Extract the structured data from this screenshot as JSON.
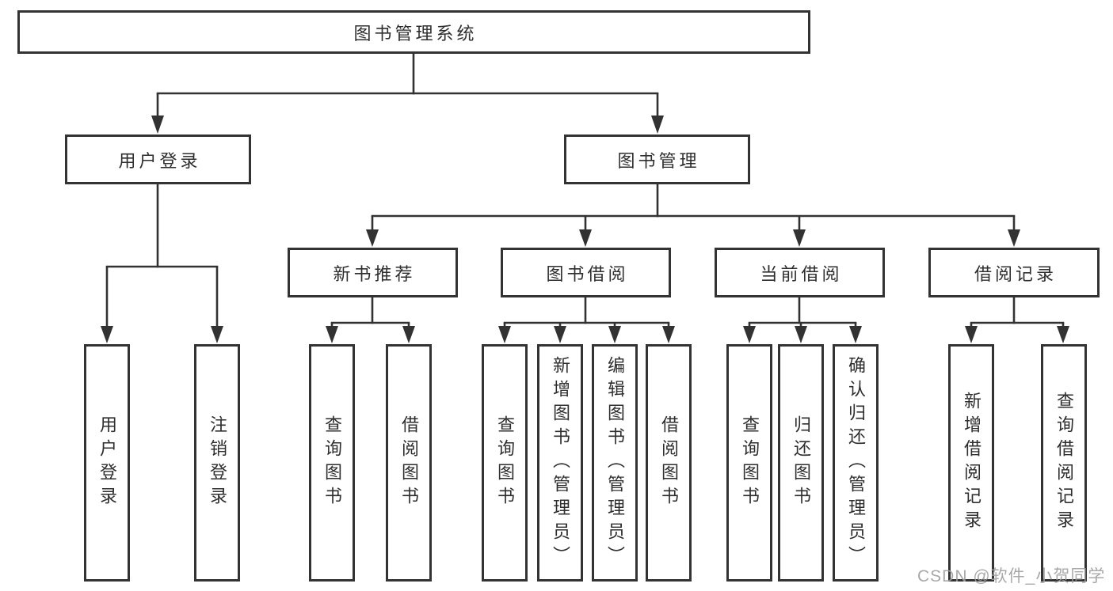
{
  "tree": {
    "label": "图书管理系统",
    "children": [
      {
        "label": "用户登录",
        "children": [
          {
            "label": "用户登录"
          },
          {
            "label": "注销登录"
          }
        ]
      },
      {
        "label": "图书管理",
        "children": [
          {
            "label": "新书推荐",
            "children": [
              {
                "label": "查询图书"
              },
              {
                "label": "借阅图书"
              }
            ]
          },
          {
            "label": "图书借阅",
            "children": [
              {
                "label": "查询图书"
              },
              {
                "label": "新增图书（管理员）"
              },
              {
                "label": "编辑图书（管理员）"
              },
              {
                "label": "借阅图书"
              }
            ]
          },
          {
            "label": "当前借阅",
            "children": [
              {
                "label": "查询图书"
              },
              {
                "label": "归还图书"
              },
              {
                "label": "确认归还（管理员）"
              }
            ]
          },
          {
            "label": "借阅记录",
            "children": [
              {
                "label": "新增借阅记录"
              },
              {
                "label": "查询借阅记录"
              }
            ]
          }
        ]
      }
    ]
  },
  "watermark": "CSDN @软件_小贺同学",
  "colors": {
    "line": "#323232",
    "border": "#333333",
    "text": "#2e2e2e",
    "watermark": "#9e9e9e",
    "background": "#ffffff"
  }
}
